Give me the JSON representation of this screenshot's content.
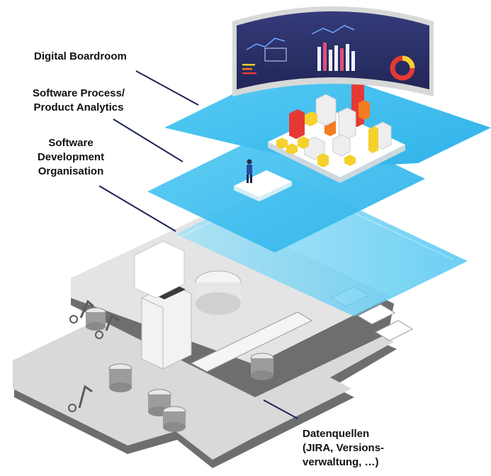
{
  "labels": {
    "boardroom": "Digital  Boardroom",
    "analytics": [
      "Software Process/",
      "Product Analytics"
    ],
    "organisation": [
      "Software",
      "Development",
      "Organisation"
    ],
    "sources": [
      "Datenquellen",
      "(JIRA, Versions-",
      "verwaltung, …)"
    ]
  },
  "colors": {
    "layer_blue": "#3fc0ef",
    "layer_light_blue": "#8ddcf7",
    "screen_dark": "#2c3169",
    "floor_gray": "#d6d6d6",
    "base_dark": "#6d6e70",
    "accent_red": "#e53935",
    "accent_yellow": "#f5d12c",
    "accent_orange": "#f57c20",
    "leader_line": "#1e2552"
  }
}
